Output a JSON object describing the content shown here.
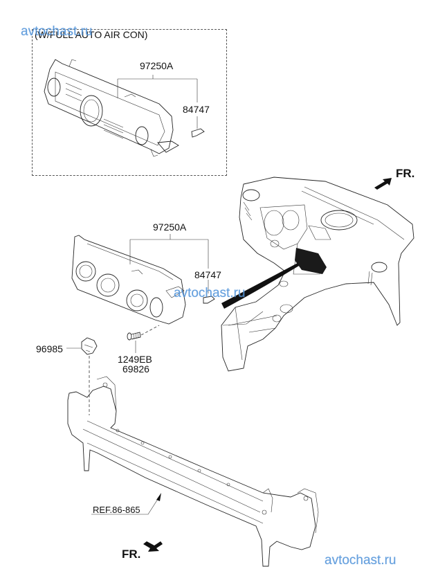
{
  "watermark": {
    "text": "avtochast.ru",
    "color": "#4a8fd8"
  },
  "group": {
    "caption": "(W/FULL AUTO AIR CON)"
  },
  "callouts": {
    "upper_unit": "97250A",
    "upper_clip": "84747",
    "lower_unit": "97250A",
    "lower_clip": "84747",
    "sensor": "96985",
    "screw_1": "1249EB",
    "screw_2": "69826",
    "reference": "REF.86-865"
  },
  "orientation": {
    "front_top": "FR.",
    "front_bottom": "FR."
  },
  "parts": [
    {
      "number": "97250A",
      "description": "heater control assembly (full auto air con)"
    },
    {
      "number": "84747",
      "description": "clip"
    },
    {
      "number": "97250A",
      "description": "heater control assembly"
    },
    {
      "number": "84747",
      "description": "clip"
    },
    {
      "number": "96985",
      "description": "sensor"
    },
    {
      "number": "1249EB",
      "description": "screw"
    },
    {
      "number": "69826",
      "description": "screw"
    }
  ]
}
